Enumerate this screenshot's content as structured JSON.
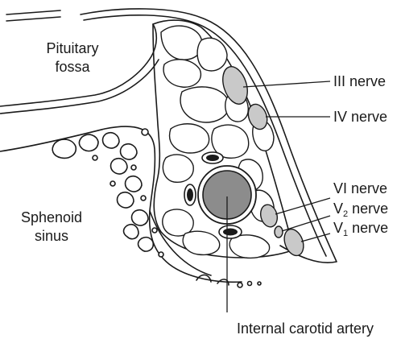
{
  "labels": {
    "pituitary_line1": "Pituitary",
    "pituitary_line2": "fossa",
    "sphenoid_line1": "Sphenoid",
    "sphenoid_line2": "sinus",
    "nerve_iii": "III nerve",
    "nerve_iv": "IV nerve",
    "nerve_vi": "VI nerve",
    "nerve_v2_prefix": "V",
    "nerve_v2_sub": "2",
    "nerve_v2_suffix": " nerve",
    "nerve_v1_prefix": "V",
    "nerve_v1_sub": "1",
    "nerve_v1_suffix": " nerve",
    "carotid": "Internal carotid artery"
  },
  "colors": {
    "ink": "#1a1a1a",
    "nerve_fill": "#c9c9c9",
    "artery_fill": "#8c8c8c"
  }
}
